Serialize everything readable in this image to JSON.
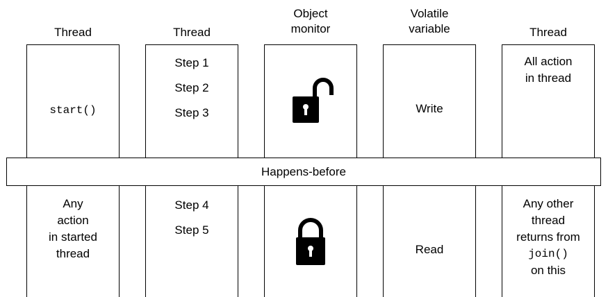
{
  "headers": [
    "Thread",
    "Thread",
    "Object\nmonitor",
    "Volatile\nvariable",
    "Thread"
  ],
  "top": {
    "col1": "start()",
    "col2_steps": [
      "Step 1",
      "Step 2",
      "Step 3"
    ],
    "col3_icon": "unlocked-padlock-icon",
    "col4": "Write",
    "col5": "All action\nin thread"
  },
  "band": "Happens-before",
  "bottom": {
    "col1": "Any\naction\nin started\nthread",
    "col2_steps": [
      "Step 4",
      "Step 5"
    ],
    "col3_icon": "locked-padlock-icon",
    "col4": "Read",
    "col5_line1": "Any other\nthread\nreturns from",
    "col5_code": "join()",
    "col5_line3": "on this"
  }
}
